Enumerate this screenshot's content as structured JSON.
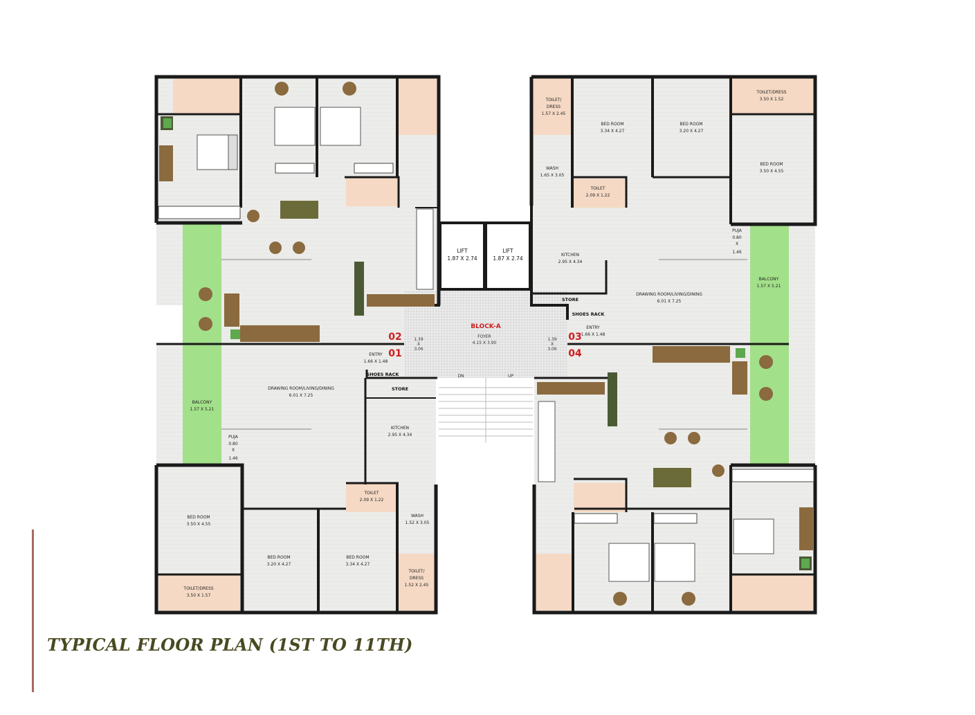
{
  "title": "TYPICAL FLOOR PLAN (1ST TO 11TH)",
  "colors": {
    "floor": "#eeeeeb",
    "wall": "#1a1a1a",
    "toilet": "#f5d9c4",
    "balcony": "#a2e08a",
    "foyer": "#e8e8e8",
    "furniture_dark": "#4b5a34",
    "furniture_wood": "#8a6a3e",
    "unit_number": "#cc1f1f",
    "title": "#4a4a22",
    "accent_bar": "#a86a60"
  },
  "core": {
    "lift_left": {
      "name": "LIFT",
      "size": "1.87 X 2.74"
    },
    "lift_right": {
      "name": "LIFT",
      "size": "1.87 X 2.74"
    },
    "block": "BLOCK-A",
    "foyer": {
      "name": "FOYER",
      "size": "4.15 X 3.90"
    },
    "passage_left": {
      "a": "1.39",
      "b": "X",
      "c": "3.06"
    },
    "passage_right": {
      "a": "1.39",
      "b": "X",
      "c": "3.06"
    },
    "stair_dn": "DN",
    "stair_up": "UP",
    "unit_labels": {
      "u01": "01",
      "u02": "02",
      "u03": "03",
      "u04": "04"
    }
  },
  "unit_tl": {
    "balcony_icon": "plant-icon"
  },
  "unit_tr": {
    "toilet_dress": {
      "name1": "TOILET/",
      "name2": "DRESS",
      "size": "1.57 X 2.45"
    },
    "bed1": {
      "name": "BED ROOM",
      "size": "3.34 X 4.27"
    },
    "bed2": {
      "name": "BED ROOM",
      "size": "3.20 X 4.27"
    },
    "toilet_dress2": {
      "name": "TOILET/DRESS",
      "size": "3.50 X 1.52"
    },
    "bed3": {
      "name": "BED ROOM",
      "size": "3.50 X 4.55"
    },
    "wash": {
      "name": "WASH",
      "size": "1.65 X 3.05"
    },
    "toilet": {
      "name": "TOILET",
      "size": "2.09 X 1.22"
    },
    "kitchen": {
      "name": "KITCHEN",
      "size": "2.95 X 4.34"
    },
    "store": "STORE",
    "shoes_rack": "SHOES RACK",
    "entry": {
      "name": "ENTRY",
      "size": "1.66 X 1.48"
    },
    "drawing": {
      "name": "DRAWING ROOM/LIVING/DINING",
      "size": "6.01 X 7.25"
    },
    "puja": {
      "name": "PUJA",
      "a": "0.80",
      "b": "X",
      "c": "1.46"
    },
    "balcony": {
      "name": "BALCONY",
      "size": "1.57 X 5.21"
    }
  },
  "unit_bl": {
    "entry": {
      "name": "ENTRY",
      "size": "1.66 X 1.48"
    },
    "shoes_rack": "SHOES RACK",
    "store": "STORE",
    "drawing": {
      "name": "DRAWING ROOM/LIVING/DINING",
      "size": "6.01 X 7.25"
    },
    "kitchen": {
      "name": "KITCHEN",
      "size": "2.95 X 4.34"
    },
    "balcony": {
      "name": "BALCONY",
      "size": "1.57 X 5.21"
    },
    "puja": {
      "name": "PUJA",
      "a": "0.80",
      "b": "X",
      "c": "1.46"
    },
    "bed1": {
      "name": "BED ROOM",
      "size": "3.50 X 4.55"
    },
    "toilet": {
      "name": "TOILET",
      "size": "2.09 X 1.22"
    },
    "wash": {
      "name": "WASH",
      "size": "1.52 X 3.05"
    },
    "bed2": {
      "name": "BED ROOM",
      "size": "3.20 X 4.27"
    },
    "bed3": {
      "name": "BED ROOM",
      "size": "3.34 X 4.27"
    },
    "toilet_dress": {
      "name": "TOILET/DRESS",
      "size": "3.50 X 1.57"
    },
    "toilet_dress2": {
      "name1": "TOILET/",
      "name2": "DRESS",
      "size": "1.52 X 2.45"
    }
  }
}
